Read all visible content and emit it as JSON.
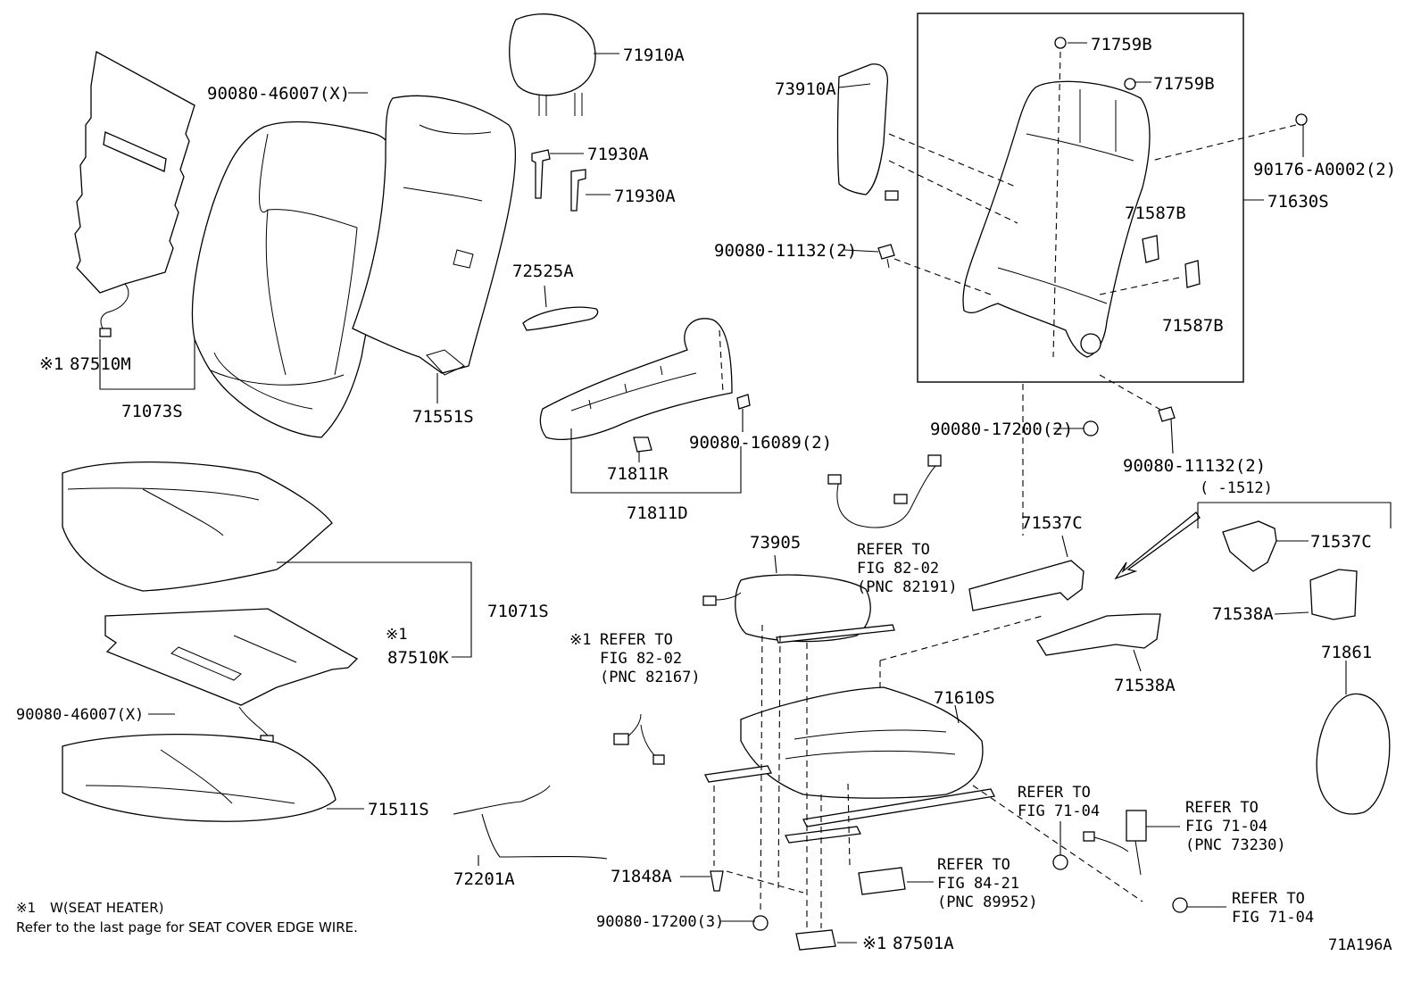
{
  "labels": {
    "p71910A": "71910A",
    "p90080_46007_top": "90080-46007(X)",
    "p73910A": "73910A",
    "p71759B_1": "71759B",
    "p71759B_2": "71759B",
    "p71930A_1": "71930A",
    "p71930A_2": "71930A",
    "p90176": "90176-A0002(2)",
    "p71630S": "71630S",
    "p71587B_1": "71587B",
    "p90080_11132_a": "90080-11132(2)",
    "p72525A": "72525A",
    "p71587B_2": "71587B",
    "p87510M": "87510M",
    "p71073S": "71073S",
    "p71551S": "71551S",
    "p90080_16089": "90080-16089(2)",
    "p90080_17200_a": "90080-17200(2)",
    "p71811R": "71811R",
    "p90080_11132_b": "90080-11132(2)",
    "p71811D": "71811D",
    "range": "(    -1512)",
    "p73905": "73905",
    "p71537C_1": "71537C",
    "p71537C_2": "71537C",
    "p71071S": "71071S",
    "p71538A_1": "71538A",
    "p87510K": "87510K",
    "p71861": "71861",
    "p71538A_2": "71538A",
    "p71610S": "71610S",
    "p90080_46007_mid": "90080-46007(X)",
    "p71511S": "71511S",
    "p72201A": "72201A",
    "p71848A": "71848A",
    "p90080_17200_b": "90080-17200(3)",
    "p87501A": "87501A",
    "diagram_code": "71A196A"
  },
  "marks": {
    "heater": "※1",
    "heater_87510k": "※1",
    "heater_87501a": "※1",
    "heater_ref": "※1"
  },
  "refs": {
    "ref_82191": [
      "REFER TO",
      "FIG 82-02",
      "(PNC 82191)"
    ],
    "ref_82167": [
      "REFER TO",
      "FIG 82-02",
      "(PNC 82167)"
    ],
    "ref_7104_a": [
      "REFER TO",
      "FIG 71-04"
    ],
    "ref_73230": [
      "REFER TO",
      "FIG 71-04",
      "(PNC 73230)"
    ],
    "ref_89952": [
      "REFER TO",
      "FIG 84-21",
      "(PNC 89952)"
    ],
    "ref_7104_b": [
      "REFER TO",
      "FIG 71-04"
    ]
  },
  "notes": {
    "line1_mark": "※1",
    "line1_text": "W(SEAT HEATER)",
    "line2": "Refer to the last page for SEAT COVER EDGE WIRE."
  }
}
